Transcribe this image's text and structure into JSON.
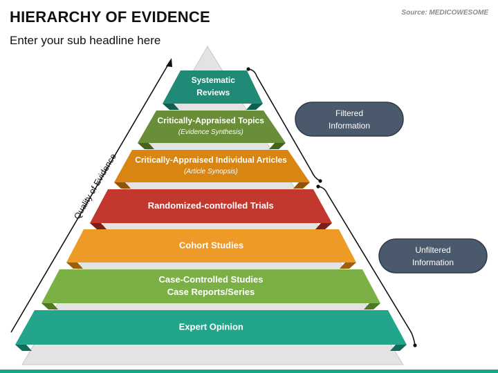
{
  "title": "HIERARCHY OF EVIDENCE",
  "subtitle": "Enter your sub headline here",
  "source": "Source: MEDICOWESOME",
  "axis_label": "Quality of Evidence",
  "tiers": [
    {
      "line1": "Systematic",
      "line2": "Reviews",
      "sub": "",
      "color": "#1f8a76",
      "fold": "#0f5e50"
    },
    {
      "line1": "Critically-Appraised Topics",
      "line2": "",
      "sub": "(Evidence Synthesis)",
      "color": "#6a8e37",
      "fold": "#47621f"
    },
    {
      "line1": "Critically-Appraised Individual Articles",
      "line2": "",
      "sub": "(Article Synopsis)",
      "color": "#d88512",
      "fold": "#8f5406"
    },
    {
      "line1": "Randomized-controlled Trials",
      "line2": "",
      "sub": "",
      "color": "#c2372e",
      "fold": "#7b1f19"
    },
    {
      "line1": "Cohort Studies",
      "line2": "",
      "sub": "",
      "color": "#ee9a26",
      "fold": "#9e5f0d"
    },
    {
      "line1": "Case-Controlled Studies",
      "line2": "Case Reports/Series",
      "sub": "",
      "color": "#7bb044",
      "fold": "#4e7a24"
    },
    {
      "line1": "Expert Opinion",
      "line2": "",
      "sub": "",
      "color": "#22a58a",
      "fold": "#116d5a"
    }
  ],
  "groups": [
    {
      "line1": "Filtered",
      "line2": "Information"
    },
    {
      "line1": "Unfiltered",
      "line2": "Information"
    }
  ],
  "colors": {
    "pill": "#4a5a6c",
    "pill_border": "#2f3b48",
    "pyramid_fill": "#e4e4e4",
    "accent": "#1aa58a"
  }
}
